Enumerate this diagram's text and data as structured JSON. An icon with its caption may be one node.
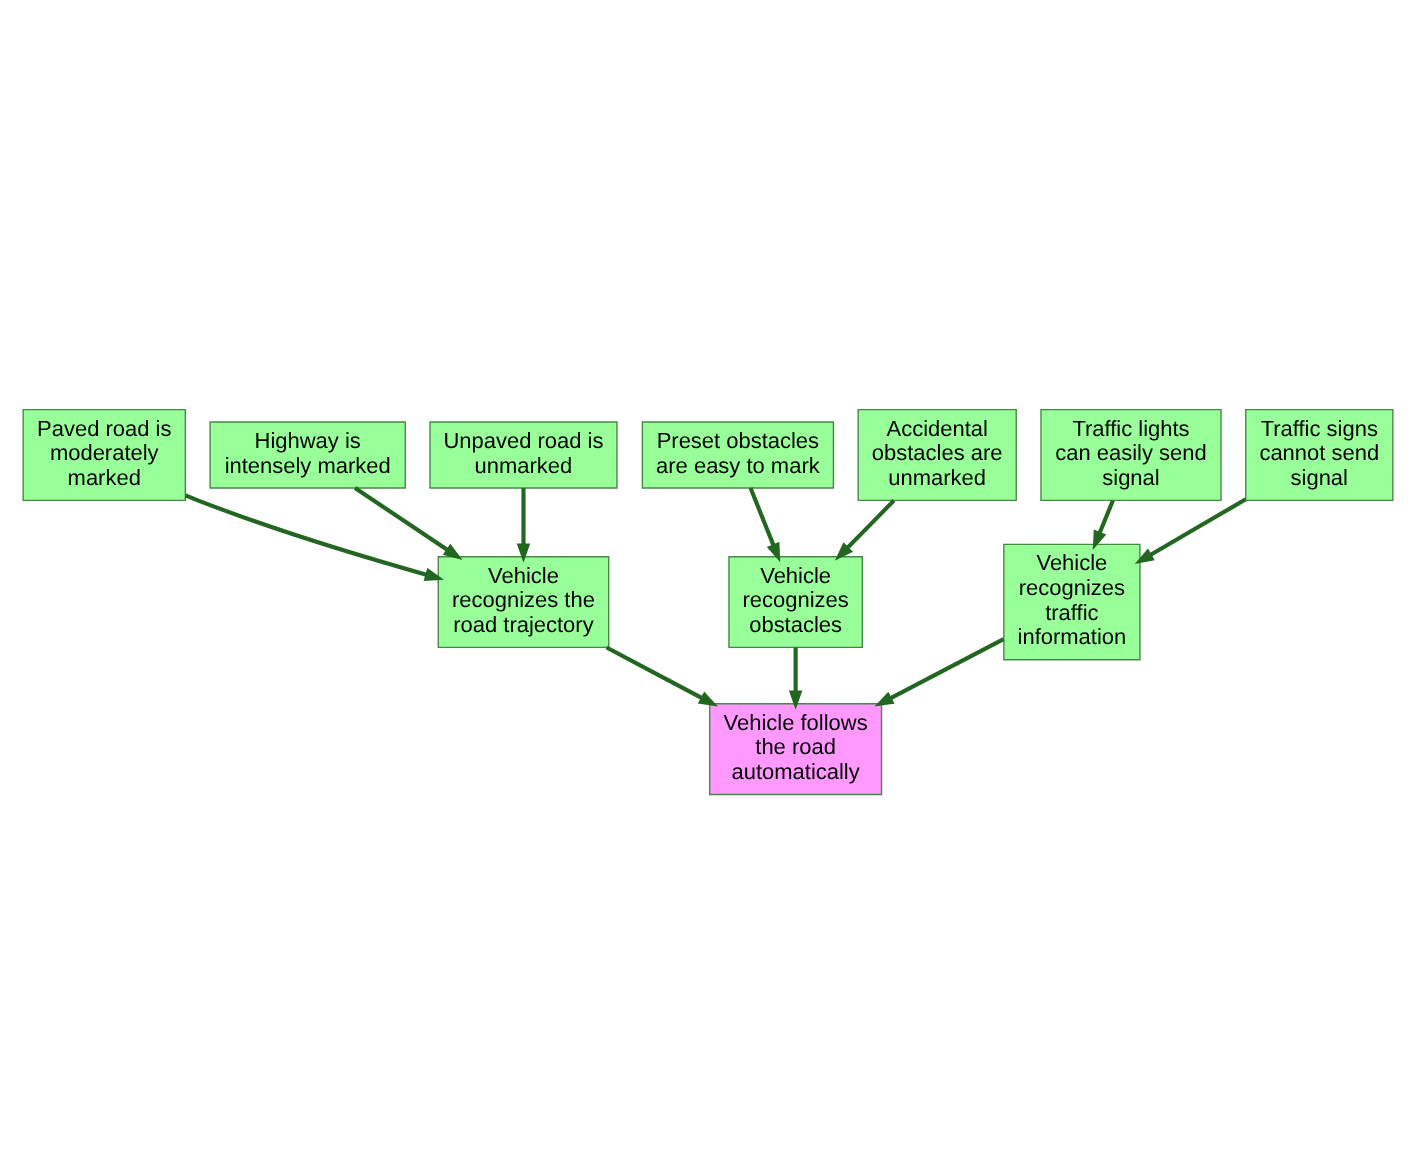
{
  "diagram": {
    "nodes": [
      {
        "text": [
          "Paved road is moderately marked"
        ]
      },
      {
        "text": [
          "Preset obstacles are easy to mark"
        ]
      },
      {
        "text": [
          "Traffic lights can easily send signal"
        ]
      },
      {
        "text": [
          "Highway is intensely marked"
        ]
      },
      {
        "text": [
          "Unpaved road is unmarked"
        ]
      },
      {
        "text": [
          "Accidental obstacles are unmarked"
        ]
      },
      {
        "text": [
          "Traffic signs cannot send signal"
        ]
      },
      {
        "text": [
          "Vehicle recognizes the road trajectory"
        ]
      },
      {
        "text": [
          "Vehicle recognizes obstacles"
        ]
      },
      {
        "text": [
          "Vehicle recognizes traffic information"
        ]
      },
      {
        "text": [
          "Vehicle follows the road automatically"
        ]
      }
    ],
    "edges": [
      {
        "from": 3,
        "to": 7,
        "arrow": "to"
      },
      {
        "from": 0,
        "to": 7,
        "arrow": "to"
      },
      {
        "from": 4,
        "to": 7,
        "arrow": "to"
      },
      {
        "from": 1,
        "to": 8,
        "arrow": "to"
      },
      {
        "from": 5,
        "to": 8,
        "arrow": "to"
      },
      {
        "from": 2,
        "to": 9,
        "arrow": "to"
      },
      {
        "from": 6,
        "to": 9,
        "arrow": "to"
      },
      {
        "from": 7,
        "to": 10,
        "arrow": "to"
      },
      {
        "from": 8,
        "to": 10,
        "arrow": "to"
      },
      {
        "from": 9,
        "to": 10,
        "arrow": "to"
      }
    ]
  }
}
